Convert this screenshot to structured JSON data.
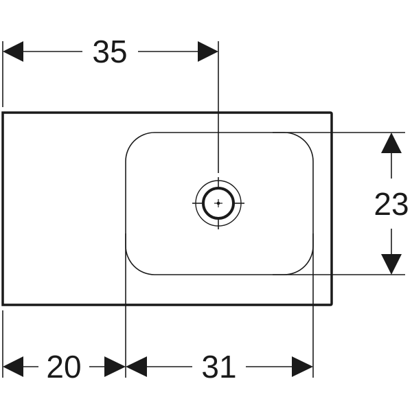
{
  "diagram": {
    "type": "technical-drawing",
    "subject": "washbasin top view with dimensions",
    "colors": {
      "line": "#1a1a1a",
      "background": "#ffffff"
    },
    "dimensions": {
      "overall_to_drain": {
        "label": "35",
        "orientation": "horizontal",
        "position": "top"
      },
      "basin_depth": {
        "label": "23",
        "orientation": "vertical",
        "position": "right"
      },
      "left_shelf": {
        "label": "20",
        "orientation": "horizontal",
        "position": "bottom-left"
      },
      "basin_width": {
        "label": "31",
        "orientation": "horizontal",
        "position": "bottom-right"
      }
    },
    "elements": [
      "outer-outline",
      "basin-bowl",
      "drain-symbol"
    ]
  }
}
